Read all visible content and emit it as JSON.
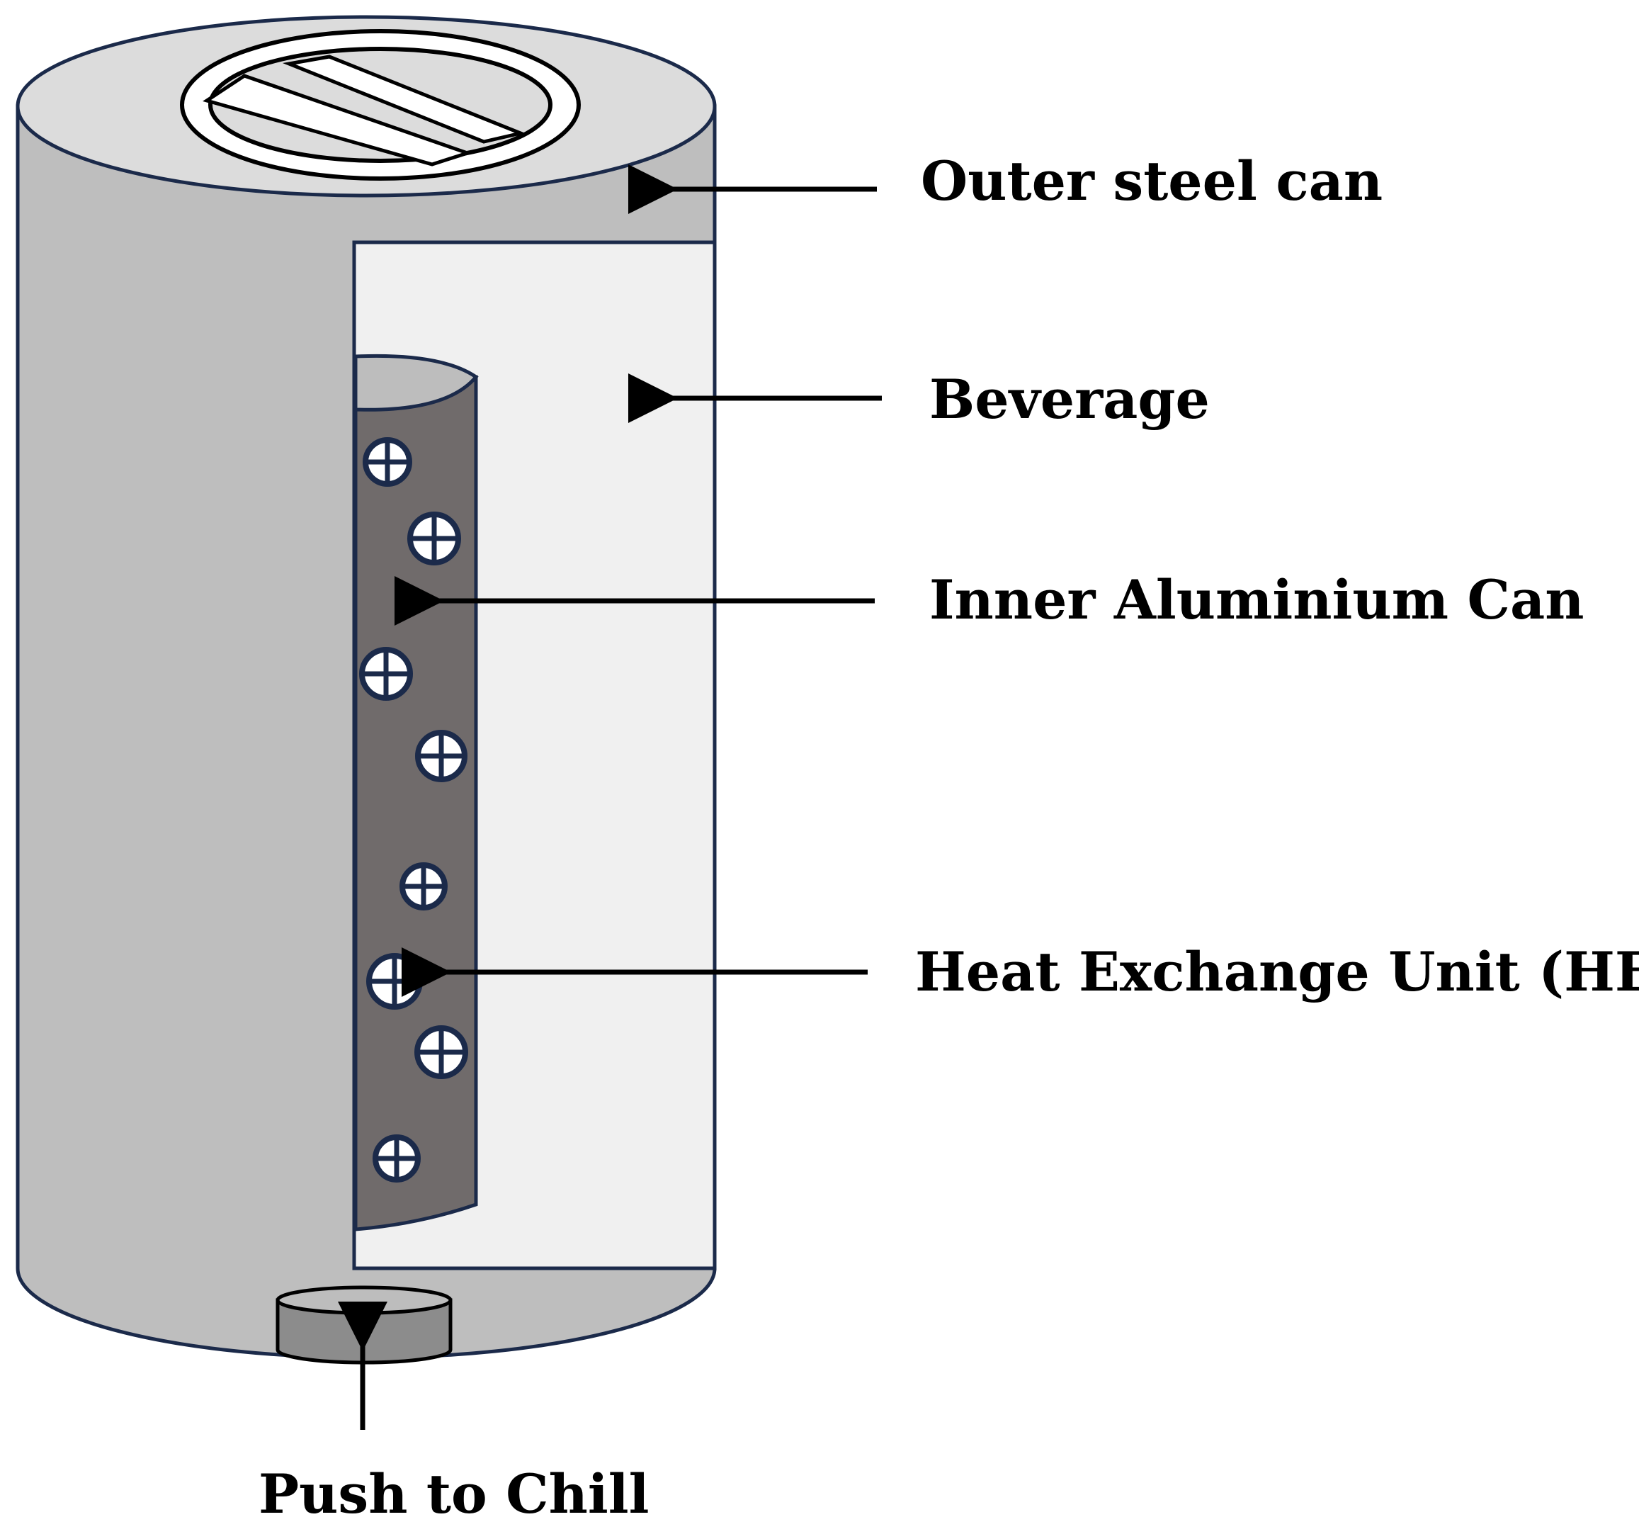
{
  "diagram": {
    "labels": {
      "outer_can": "Outer steel can",
      "beverage": "Beverage",
      "inner_can": "Inner Aluminium Can",
      "heu": "Heat Exchange Unit (HEU)",
      "button": "Push to Chill"
    },
    "colors": {
      "outer_can_body": "#bebebe",
      "outer_can_top": "#dcdcdc",
      "beverage": "#f0f0f0",
      "inner_can": "#706b6b",
      "inner_can_top": "#bdbdbd",
      "outline": "#1b2a4a",
      "button": "#8c8c8c",
      "arrow": "#000000"
    },
    "heu_units": 8
  }
}
